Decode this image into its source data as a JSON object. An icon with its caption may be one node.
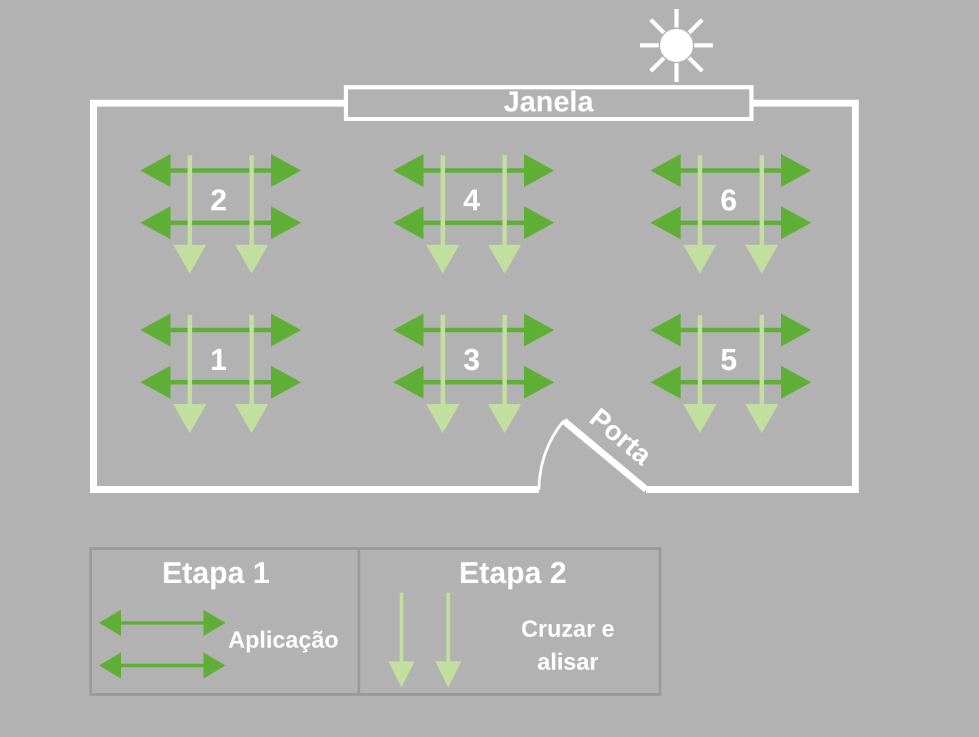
{
  "diagram": {
    "nodes": [
      {
        "text": [
          "Janela"
        ]
      }
    ],
    "labels": [
      "2",
      "4",
      "6",
      "1",
      "3",
      "5",
      "Porta",
      "Etapa 1",
      "Etapa 2"
    ],
    "legend": [
      {
        "text": "Aplicação"
      },
      {
        "text": "Cruzar e alisar"
      }
    ]
  }
}
